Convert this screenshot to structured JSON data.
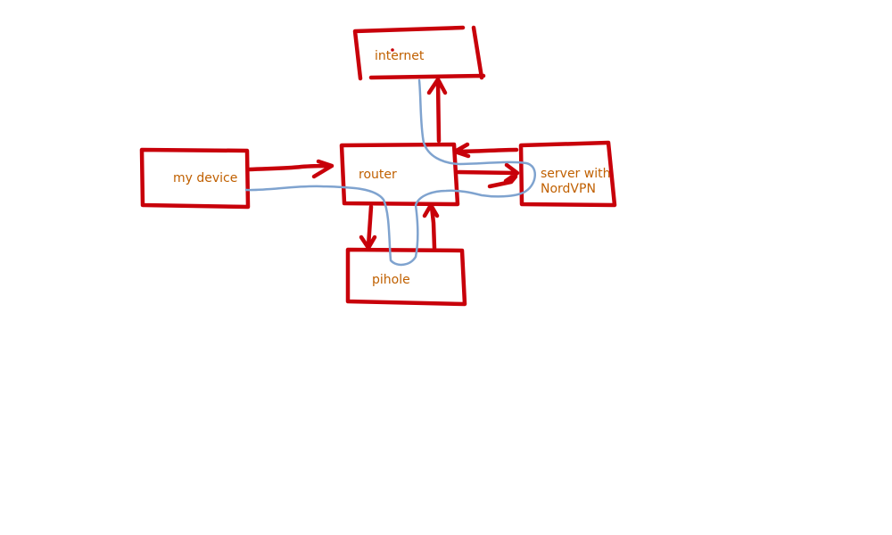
{
  "diagram": {
    "colors": {
      "box_stroke": "#c8000a",
      "arrow_stroke": "#c8000a",
      "path_stroke": "#7fa3cf",
      "label_text": "#c06000"
    },
    "nodes": {
      "internet": {
        "label": "internet"
      },
      "my_device": {
        "label": "my device"
      },
      "router": {
        "label": "router"
      },
      "server": {
        "label_line1": "server with",
        "label_line2": "NordVPN"
      },
      "pihole": {
        "label": "pihole"
      }
    },
    "edges": [
      {
        "from": "my device",
        "to": "router"
      },
      {
        "from": "router",
        "to": "internet"
      },
      {
        "from": "router",
        "to": "server with NordVPN"
      },
      {
        "from": "server with NordVPN",
        "to": "router"
      },
      {
        "from": "router",
        "to": "pihole"
      },
      {
        "from": "pihole",
        "to": "router"
      }
    ]
  }
}
